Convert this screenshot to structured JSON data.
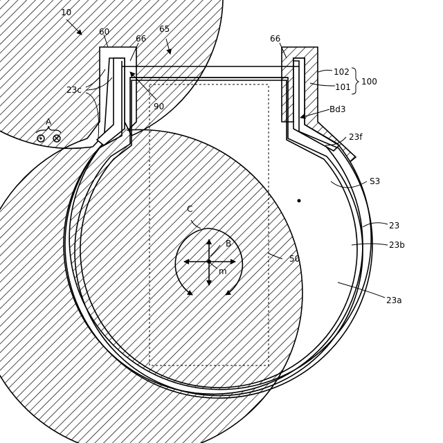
{
  "labels": {
    "device": "10",
    "port_left": "60",
    "opening": "65",
    "inner_lip_left": "66",
    "inner_lip_right": "66",
    "layer_102": "102",
    "layer_101": "101",
    "group_100": "100",
    "wall_left": "23c",
    "seal": "90",
    "boundary": "Bd3",
    "flat_face": "23f",
    "space": "S3",
    "container": "23",
    "layer_b": "23b",
    "layer_a": "23a",
    "sample": "50",
    "rotation": "C",
    "axes": "B",
    "center": "m",
    "direction": "A"
  }
}
